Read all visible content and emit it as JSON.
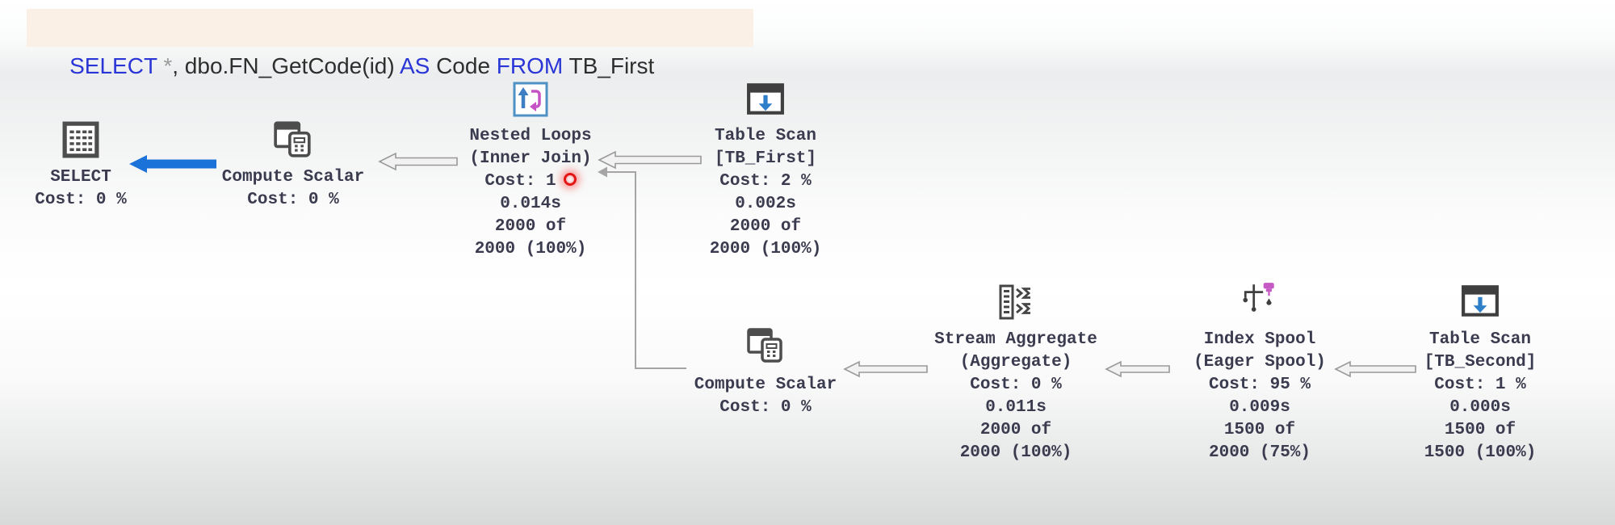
{
  "query": {
    "tokens": [
      "SELECT",
      " *",
      ", ",
      "dbo.FN_GetCode(id) ",
      "AS",
      " Code ",
      "FROM",
      " TB_First"
    ]
  },
  "plan": {
    "nodes": [
      {
        "id": "select",
        "icon": "result-grid-icon",
        "lines": [
          "SELECT",
          "Cost: 0 %"
        ]
      },
      {
        "id": "compute-scalar-1",
        "icon": "compute-scalar-icon",
        "lines": [
          "Compute Scalar",
          "Cost: 0 %"
        ]
      },
      {
        "id": "nested-loops",
        "icon": "nested-loops-icon",
        "lines": [
          "Nested Loops",
          "(Inner Join)",
          "Cost: 1",
          "0.014s",
          "2000 of",
          "2000 (100%)"
        ],
        "indicator": "red-cursor-ring"
      },
      {
        "id": "table-scan-first",
        "icon": "table-scan-icon",
        "lines": [
          "Table Scan",
          "[TB_First]",
          "Cost: 2 %",
          "0.002s",
          "2000 of",
          "2000 (100%)"
        ]
      },
      {
        "id": "compute-scalar-2",
        "icon": "compute-scalar-icon",
        "lines": [
          "Compute Scalar",
          "Cost: 0 %"
        ]
      },
      {
        "id": "stream-aggregate",
        "icon": "stream-aggregate-icon",
        "lines": [
          "Stream Aggregate",
          "(Aggregate)",
          "Cost: 0 %",
          "0.011s",
          "2000 of",
          "2000 (100%)"
        ]
      },
      {
        "id": "index-spool",
        "icon": "index-spool-icon",
        "lines": [
          "Index Spool",
          "(Eager Spool)",
          "Cost: 95 %",
          "0.009s",
          "1500 of",
          "2000 (75%)"
        ]
      },
      {
        "id": "table-scan-second",
        "icon": "table-scan-icon",
        "lines": [
          "Table Scan",
          "[TB_Second]",
          "Cost: 1 %",
          "0.000s",
          "1500 of",
          "1500 (100%)"
        ]
      }
    ]
  },
  "colors": {
    "query_bar_bg": "#faf0e6",
    "sql_keyword_blue": "#2a35d6",
    "node_text": "#3b3b4f",
    "solid_arrow_blue": "#1b72d8",
    "hollow_arrow_outline": "#999999",
    "hollow_arrow_fill": "#f2f2f2",
    "red_indicator": "#e31515",
    "nested_loops_border_blue": "#4e91c5",
    "loop_magenta": "#c653c6",
    "table_scan_arrow_blue": "#2d7fc9",
    "icon_dark": "#434343"
  }
}
